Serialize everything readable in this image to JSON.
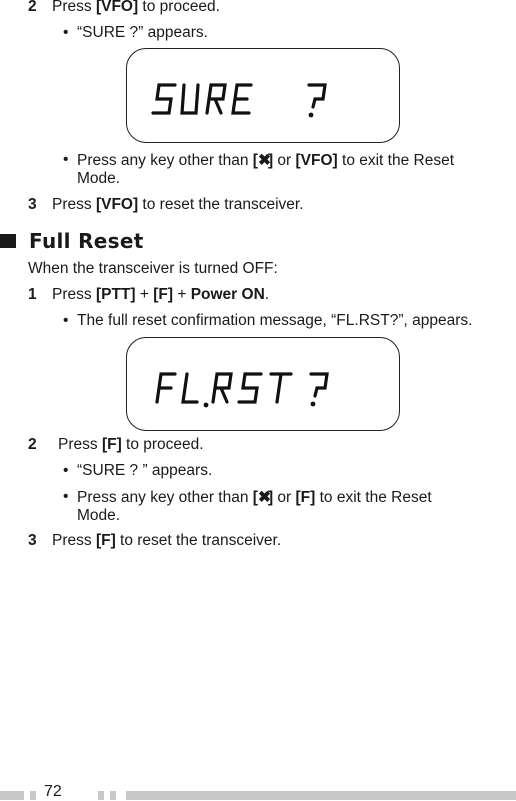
{
  "section1": {
    "step2": {
      "num": "2",
      "pre": "Press ",
      "key": "[VFO]",
      "post": " to proceed."
    },
    "bullet1": "“SURE ?” appears.",
    "lcd_text": "SURE ?",
    "bullet2": {
      "pre": "Press any key other than ",
      "key1_open": "[",
      "key1_close": "]",
      "mid": " or ",
      "key2": "[VFO]",
      "post": " to exit the Reset",
      "line2": "Mode."
    },
    "step3": {
      "num": "3",
      "pre": "Press ",
      "key": "[VFO]",
      "post": " to reset the transceiver."
    }
  },
  "full_reset": {
    "heading": "Full Reset",
    "intro": "When the transceiver is turned OFF:",
    "step1": {
      "num": "1",
      "pre": "Press ",
      "k1": "[PTT]",
      "plus1": " + ",
      "k2": "[F]",
      "plus2": " + ",
      "k3": "Power ON",
      "post": "."
    },
    "bullet1": "The full reset confirmation message, “FL.RST?”, appears.",
    "lcd_text": "FL.RST?",
    "step2": {
      "num": "2",
      "pre": "Press ",
      "key": "[F]",
      "post": " to proceed."
    },
    "bullet2": "“SURE ? ” appears.",
    "bullet3": {
      "pre": "Press any key other than ",
      "key1_open": "[",
      "key1_close": "]",
      "mid": " or ",
      "key2": "[F]",
      "post": " to exit the Reset",
      "line2": "Mode."
    },
    "step3": {
      "num": "3",
      "pre": "Press ",
      "key": "[F]",
      "post": " to reset the transceiver."
    }
  },
  "footer": {
    "page_number": "72"
  },
  "bullet_char": "•",
  "icons": {
    "star_key": "asterisk-icon"
  }
}
